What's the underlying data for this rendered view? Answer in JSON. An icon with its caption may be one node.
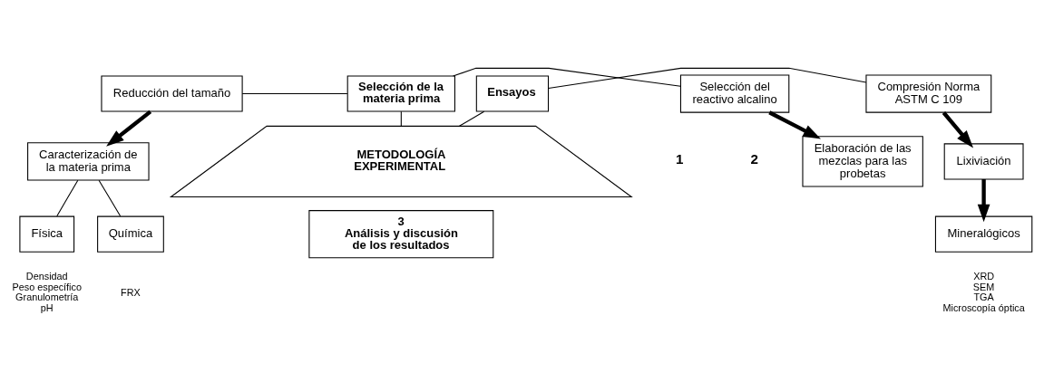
{
  "diagram": {
    "nodes": [
      {
        "text": [
          "Reducción del tamaño"
        ]
      },
      {
        "text": [
          "Caracterización de la materia prima"
        ]
      },
      {
        "text": [
          "Física"
        ],
        "beside": [
          "Densidad",
          "Peso específico",
          "Granulometría",
          "pH"
        ]
      },
      {
        "text": [
          "Química"
        ],
        "beside": [
          "FRX"
        ]
      },
      {
        "text": [
          "Selección de la materia prima"
        ]
      },
      {
        "text": [
          "Selección del reactivo alcalino"
        ]
      },
      {
        "text": [
          "Elaboración de las mezclas para las probetas"
        ]
      },
      {
        "text": [
          "Ensayos"
        ]
      },
      {
        "text": [
          "Compresión Norma ASTM C 109"
        ]
      },
      {
        "text": [
          "Lixiviación"
        ]
      },
      {
        "text": [
          "Mineralógicos"
        ],
        "beside": [
          "XRD",
          "SEM",
          "TGA",
          "Microscopía óptica"
        ]
      },
      {
        "text": [
          "METODOLOGÍA EXPERIMENTAL"
        ]
      },
      {
        "text": [
          "3",
          "Análisis y discusión de los resultados"
        ]
      }
    ],
    "edges": [
      {
        "from": 0,
        "to": 1,
        "arrow": "to",
        "style": "thick"
      },
      {
        "from": 0,
        "to": 4,
        "arrow": "none"
      },
      {
        "from": 1,
        "to": 2,
        "arrow": "none"
      },
      {
        "from": 1,
        "to": 3,
        "arrow": "none"
      },
      {
        "from": 4,
        "to": 5,
        "arrow": "none"
      },
      {
        "from": 5,
        "to": 6,
        "arrow": "to",
        "style": "thick"
      },
      {
        "from": 4,
        "to": 11,
        "arrow": "none"
      },
      {
        "from": 7,
        "to": 11,
        "arrow": "none"
      },
      {
        "from": 7,
        "to": 8,
        "arrow": "none"
      },
      {
        "from": 8,
        "to": 9,
        "arrow": "to",
        "style": "thick"
      },
      {
        "from": 9,
        "to": 10,
        "arrow": "to",
        "style": "thick"
      }
    ],
    "labels": [
      "1",
      "2"
    ]
  }
}
